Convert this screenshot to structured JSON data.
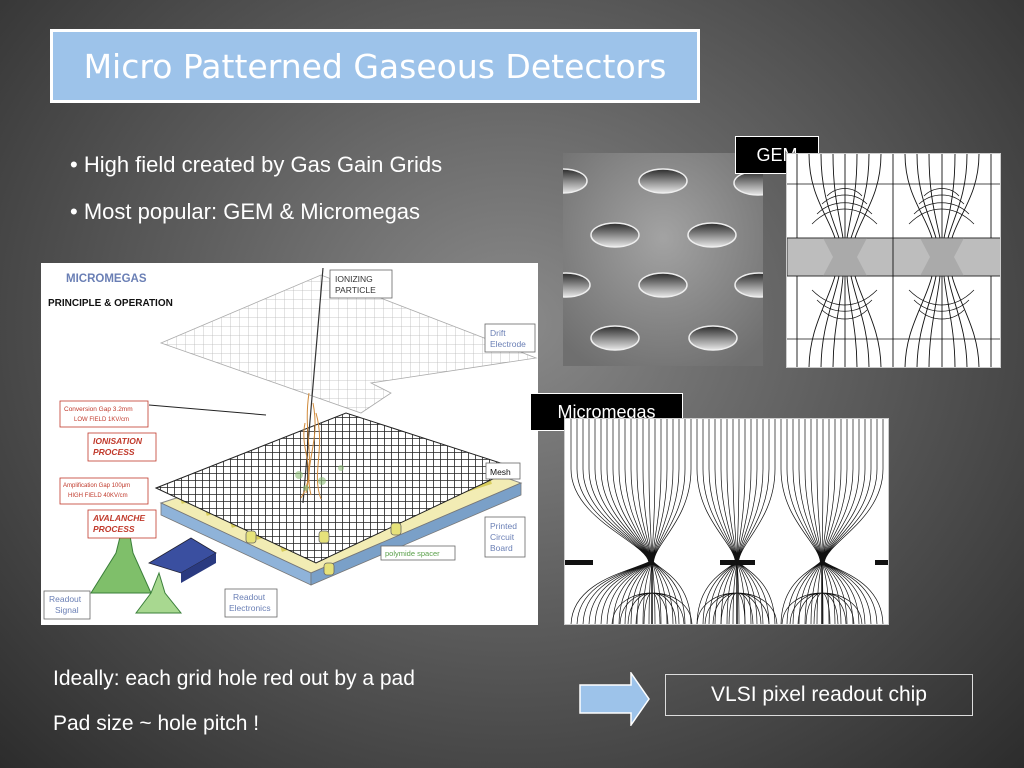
{
  "slide": {
    "title": "Micro Patterned Gaseous Detectors",
    "bullets": [
      "• High field created by Gas Gain Grids",
      "• Most popular: GEM & Micromegas"
    ],
    "gem_label": "GEM",
    "micromegas_label": "Micromegas",
    "footer_line1": "Ideally: each grid hole red out by a pad",
    "footer_line2": "Pad size ~ hole pitch !",
    "vlsi_label": "VLSI pixel readout chip"
  },
  "diagram": {
    "heading": "MICROMEGAS",
    "subheading": "PRINCIPLE & OPERATION",
    "ionizing_1": "IONIZING",
    "ionizing_2": "PARTICLE",
    "drift_1": "Drift",
    "drift_2": "Electrode",
    "conv_1": "Conversion Gap    3.2mm",
    "conv_2": "LOW FIELD 1KV/cm",
    "ionisation_1": "IONISATION",
    "ionisation_2": "PROCESS",
    "amp_1": "Amplification Gap 100μm",
    "amp_2": "HIGH FIELD 40KV/cm",
    "avalanche_1": "AVALANCHE",
    "avalanche_2": "PROCESS",
    "mesh": "Mesh",
    "pcb_1": "Printed",
    "pcb_2": "Circuit",
    "pcb_3": "Board",
    "spacer": "polymide spacer",
    "readout_sig_1": "Readout",
    "readout_sig_2": "Signal",
    "readout_el_1": "Readout",
    "readout_el_2": "Electronics"
  },
  "colors": {
    "title_bg": "#9dc3ea",
    "arrow_fill": "#9dc3ea",
    "diagram_label_red": "#c0392b",
    "diagram_label_blue": "#6a7fb5"
  }
}
